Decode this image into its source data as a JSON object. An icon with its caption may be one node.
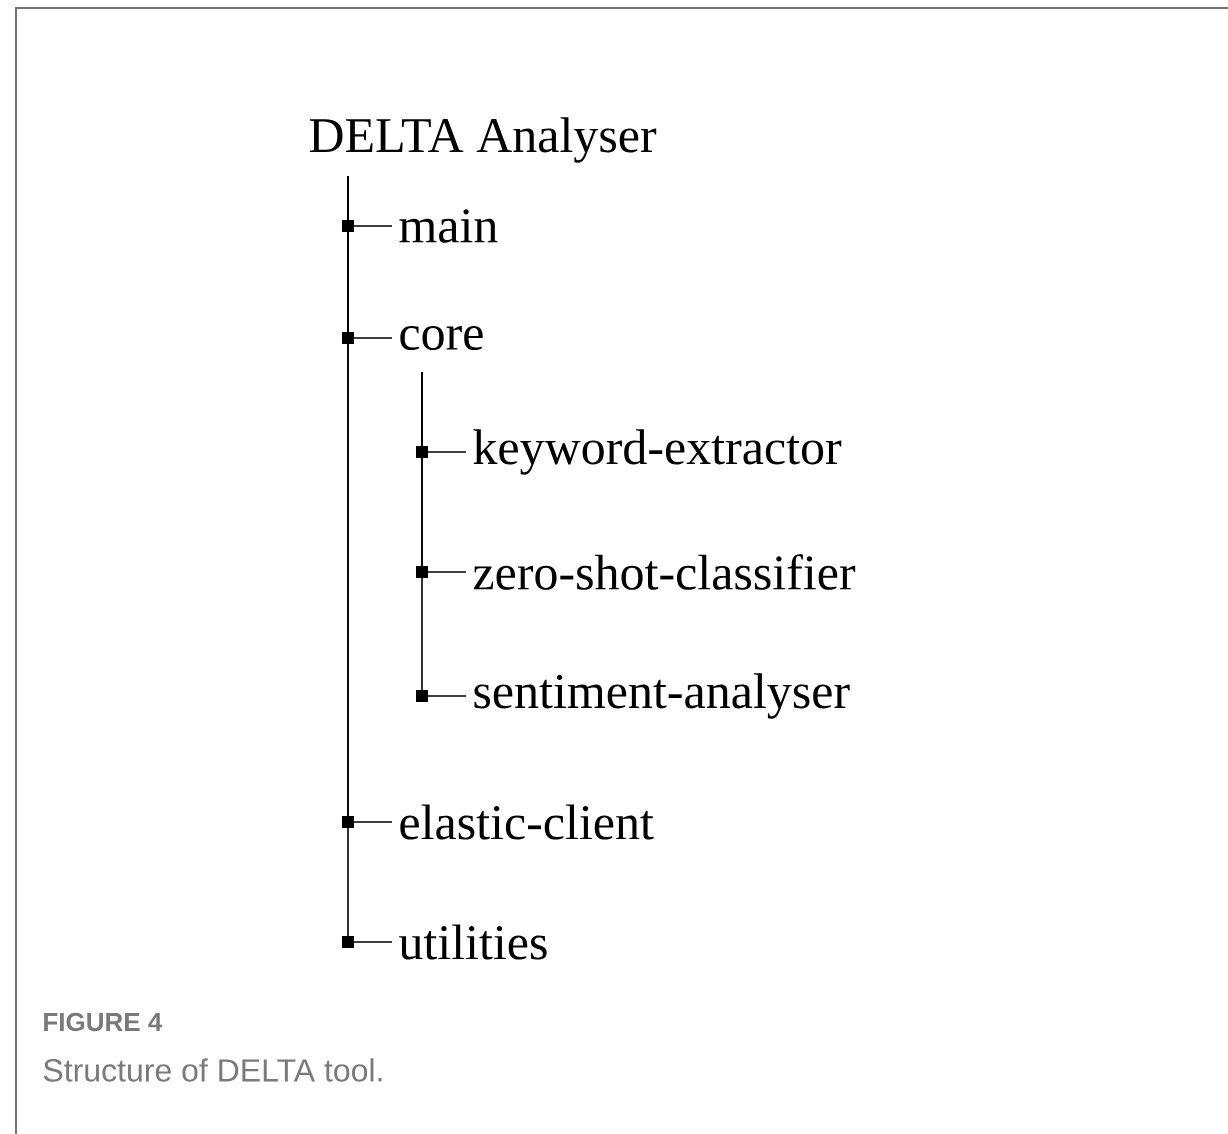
{
  "diagram": {
    "caption": "Structure of DELTA tool.",
    "nodes": [
      {
        "text": [
          "DELTA Analyser"
        ]
      },
      {
        "text": [
          "main"
        ]
      },
      {
        "text": [
          "core"
        ]
      },
      {
        "text": [
          "keyword-extractor"
        ]
      },
      {
        "text": [
          "zero-shot-classifier"
        ]
      },
      {
        "text": [
          "sentiment-analyser"
        ]
      },
      {
        "text": [
          "elastic-client"
        ]
      },
      {
        "text": [
          "utilities"
        ]
      }
    ],
    "edges": [
      {
        "from": 0,
        "to": 1,
        "arrow": "none"
      },
      {
        "from": 0,
        "to": 2,
        "arrow": "none"
      },
      {
        "from": 2,
        "to": 3,
        "arrow": "none"
      },
      {
        "from": 2,
        "to": 4,
        "arrow": "none"
      },
      {
        "from": 2,
        "to": 5,
        "arrow": "none"
      },
      {
        "from": 0,
        "to": 6,
        "arrow": "none"
      },
      {
        "from": 0,
        "to": 7,
        "arrow": "none"
      }
    ],
    "labels": [
      "FIGURE 4"
    ]
  }
}
